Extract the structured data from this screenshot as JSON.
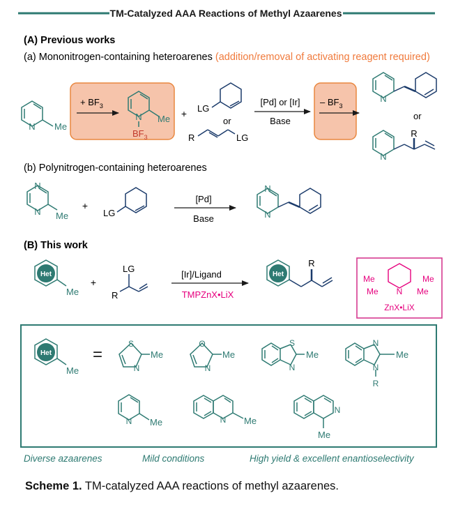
{
  "header": {
    "title": "TM-Catalyzed AAA Reactions of Methyl Azaarenes"
  },
  "section_a": {
    "heading": "(A) Previous works",
    "sub_a_label": "(a) Mononitrogen-containing heteroarenes ",
    "sub_a_note": "(addition/removal of activating reagent required)",
    "sub_b_label": "(b) Polynitrogen-containing heteroarenes"
  },
  "section_b": {
    "heading": "(B) This work"
  },
  "labels": {
    "N": "N",
    "Me": "Me",
    "LG": "LG",
    "R": "R",
    "O": "O",
    "S": "S",
    "plus": "+",
    "or": "or",
    "Het": "Het",
    "add_bf3_base": "+ BF",
    "remove_bf3_base": "– BF",
    "bf3_sub": "3",
    "bf3_group": "BF",
    "pd_or_ir": "[Pd] or [Ir]",
    "base": "Base",
    "pd": "[Pd]",
    "ir_ligand": "[Ir]/Ligand",
    "tmp_reagent": "TMPZnX•LiX",
    "znx_lix": "ZnX•LiX",
    "equals": "="
  },
  "footer": {
    "feature_1": "Diverse azaarenes",
    "feature_2": "Mild conditions",
    "feature_3": "High yield & excellent enantioselectivity"
  },
  "caption": {
    "bold": "Scheme 1.",
    "text": " TM-catalyzed AAA reactions of methyl azaarenes."
  },
  "colors": {
    "teal": "#2e7a72",
    "orange_text": "#f07a3c",
    "orange_fill": "#f6c4ab",
    "orange_border": "#e9873f",
    "magenta": "#e6007e",
    "magenta_box": "#d63a8f",
    "ink": "#1a1a1a",
    "red": "#c0392b"
  }
}
